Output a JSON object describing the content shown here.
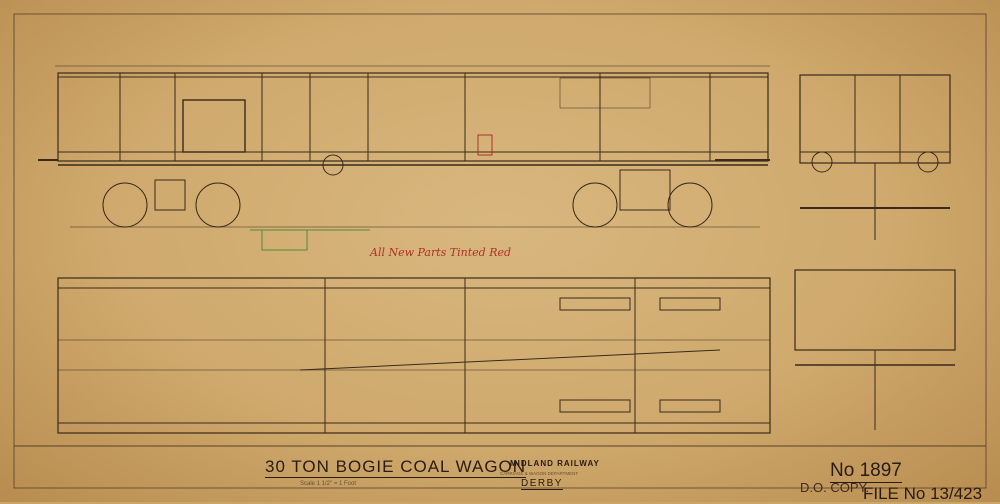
{
  "drawing": {
    "title": "30 TON BOGIE COAL WAGON",
    "scale": "Scale 1 1/2\" = 1 Foot",
    "company": "MIDLAND RAILWAY",
    "department": "CARRIAGE & WAGON DEPARTMENT",
    "city": "DERBY",
    "drawing_number": "No 1897",
    "copy_stamp": "D.O. COPY.",
    "file_number": "FILE No 13/423",
    "note": "All New Parts Tinted Red"
  },
  "colors": {
    "paper": "#d0aa6e",
    "ink": "#2a1c10",
    "red_ink": "#b0302a",
    "green_ink": "#4f8a3a"
  }
}
